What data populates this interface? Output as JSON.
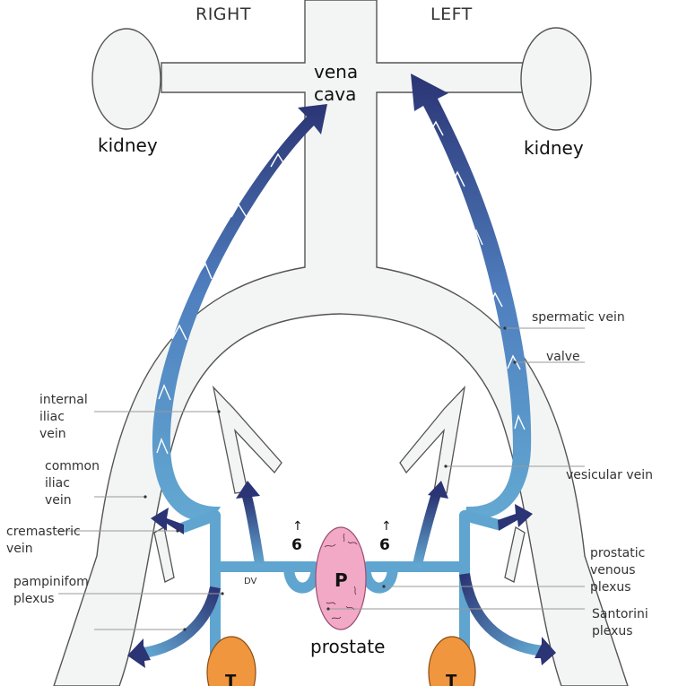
{
  "headers": {
    "right": "RIGHT",
    "left": "LEFT"
  },
  "organs": {
    "vena_cava": [
      "vena",
      "cava"
    ],
    "kidney_right": "kidney",
    "kidney_left": "kidney",
    "prostate_letter": "P",
    "prostate": "prostate",
    "testis_letter": "T"
  },
  "flow_marks": {
    "symbol": "↑",
    "value": "6"
  },
  "abbrev": {
    "dv": "DV"
  },
  "labels": {
    "internal_iliac": [
      "internal",
      "iliac",
      "vein"
    ],
    "common_iliac": [
      "common",
      "iliac",
      "vein"
    ],
    "cremasteric": [
      "cremasteric",
      "vein"
    ],
    "pampiniform": [
      "pampinifom",
      "plexus"
    ],
    "spermatic": "spermatic vein",
    "valve": "valve",
    "vesicular": "vesicular vein",
    "prostatic": [
      "prostatic",
      "venous",
      "plexus"
    ],
    "santorini": [
      "Santorini",
      "plexus"
    ]
  },
  "colors": {
    "vessel_fill": "#f3f5f4",
    "vessel_stroke": "#555555",
    "vein_blue_light": "#63a9d2",
    "vein_blue_dark": "#2b3474",
    "prostate_fill": "#f2a9c6",
    "testis_fill": "#f0963f"
  }
}
